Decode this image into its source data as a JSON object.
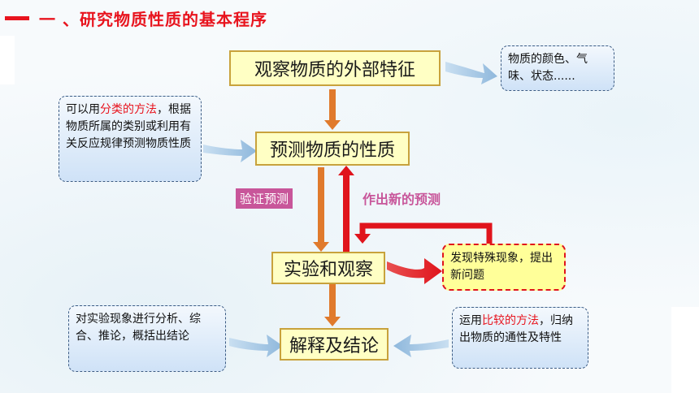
{
  "slide": {
    "title": "一 、研究物质性质的基本程序"
  },
  "steps": {
    "observe": "观察物质的外部特征",
    "predict": "预测物质的性质",
    "experiment": "实验和观察",
    "conclude": "解释及结论"
  },
  "labels": {
    "verify": "验证预测",
    "new_prediction": "作出新的预测"
  },
  "notes": {
    "observe_hint": "物质的颜色、气味、状态......",
    "predict_hint_prefix": "可以用",
    "predict_hint_highlight": "分类的方法",
    "predict_hint_suffix": "，根据物质所属的类别或利用有关反应规律预测物质性质",
    "special": "发现特殊现象，提出新问题",
    "analysis": "对实验现象进行分析、综合、推论，概括出结论",
    "compare_prefix": "运用",
    "compare_highlight": "比较的方法",
    "compare_suffix": "，归纳出物质的通性及特性"
  },
  "colors": {
    "title_red": "#e8141e",
    "box_fill": "#ffffc4",
    "arrow_orange": "#e07a2c",
    "arrow_red": "#e0141c",
    "label_magenta": "#c8569a"
  }
}
